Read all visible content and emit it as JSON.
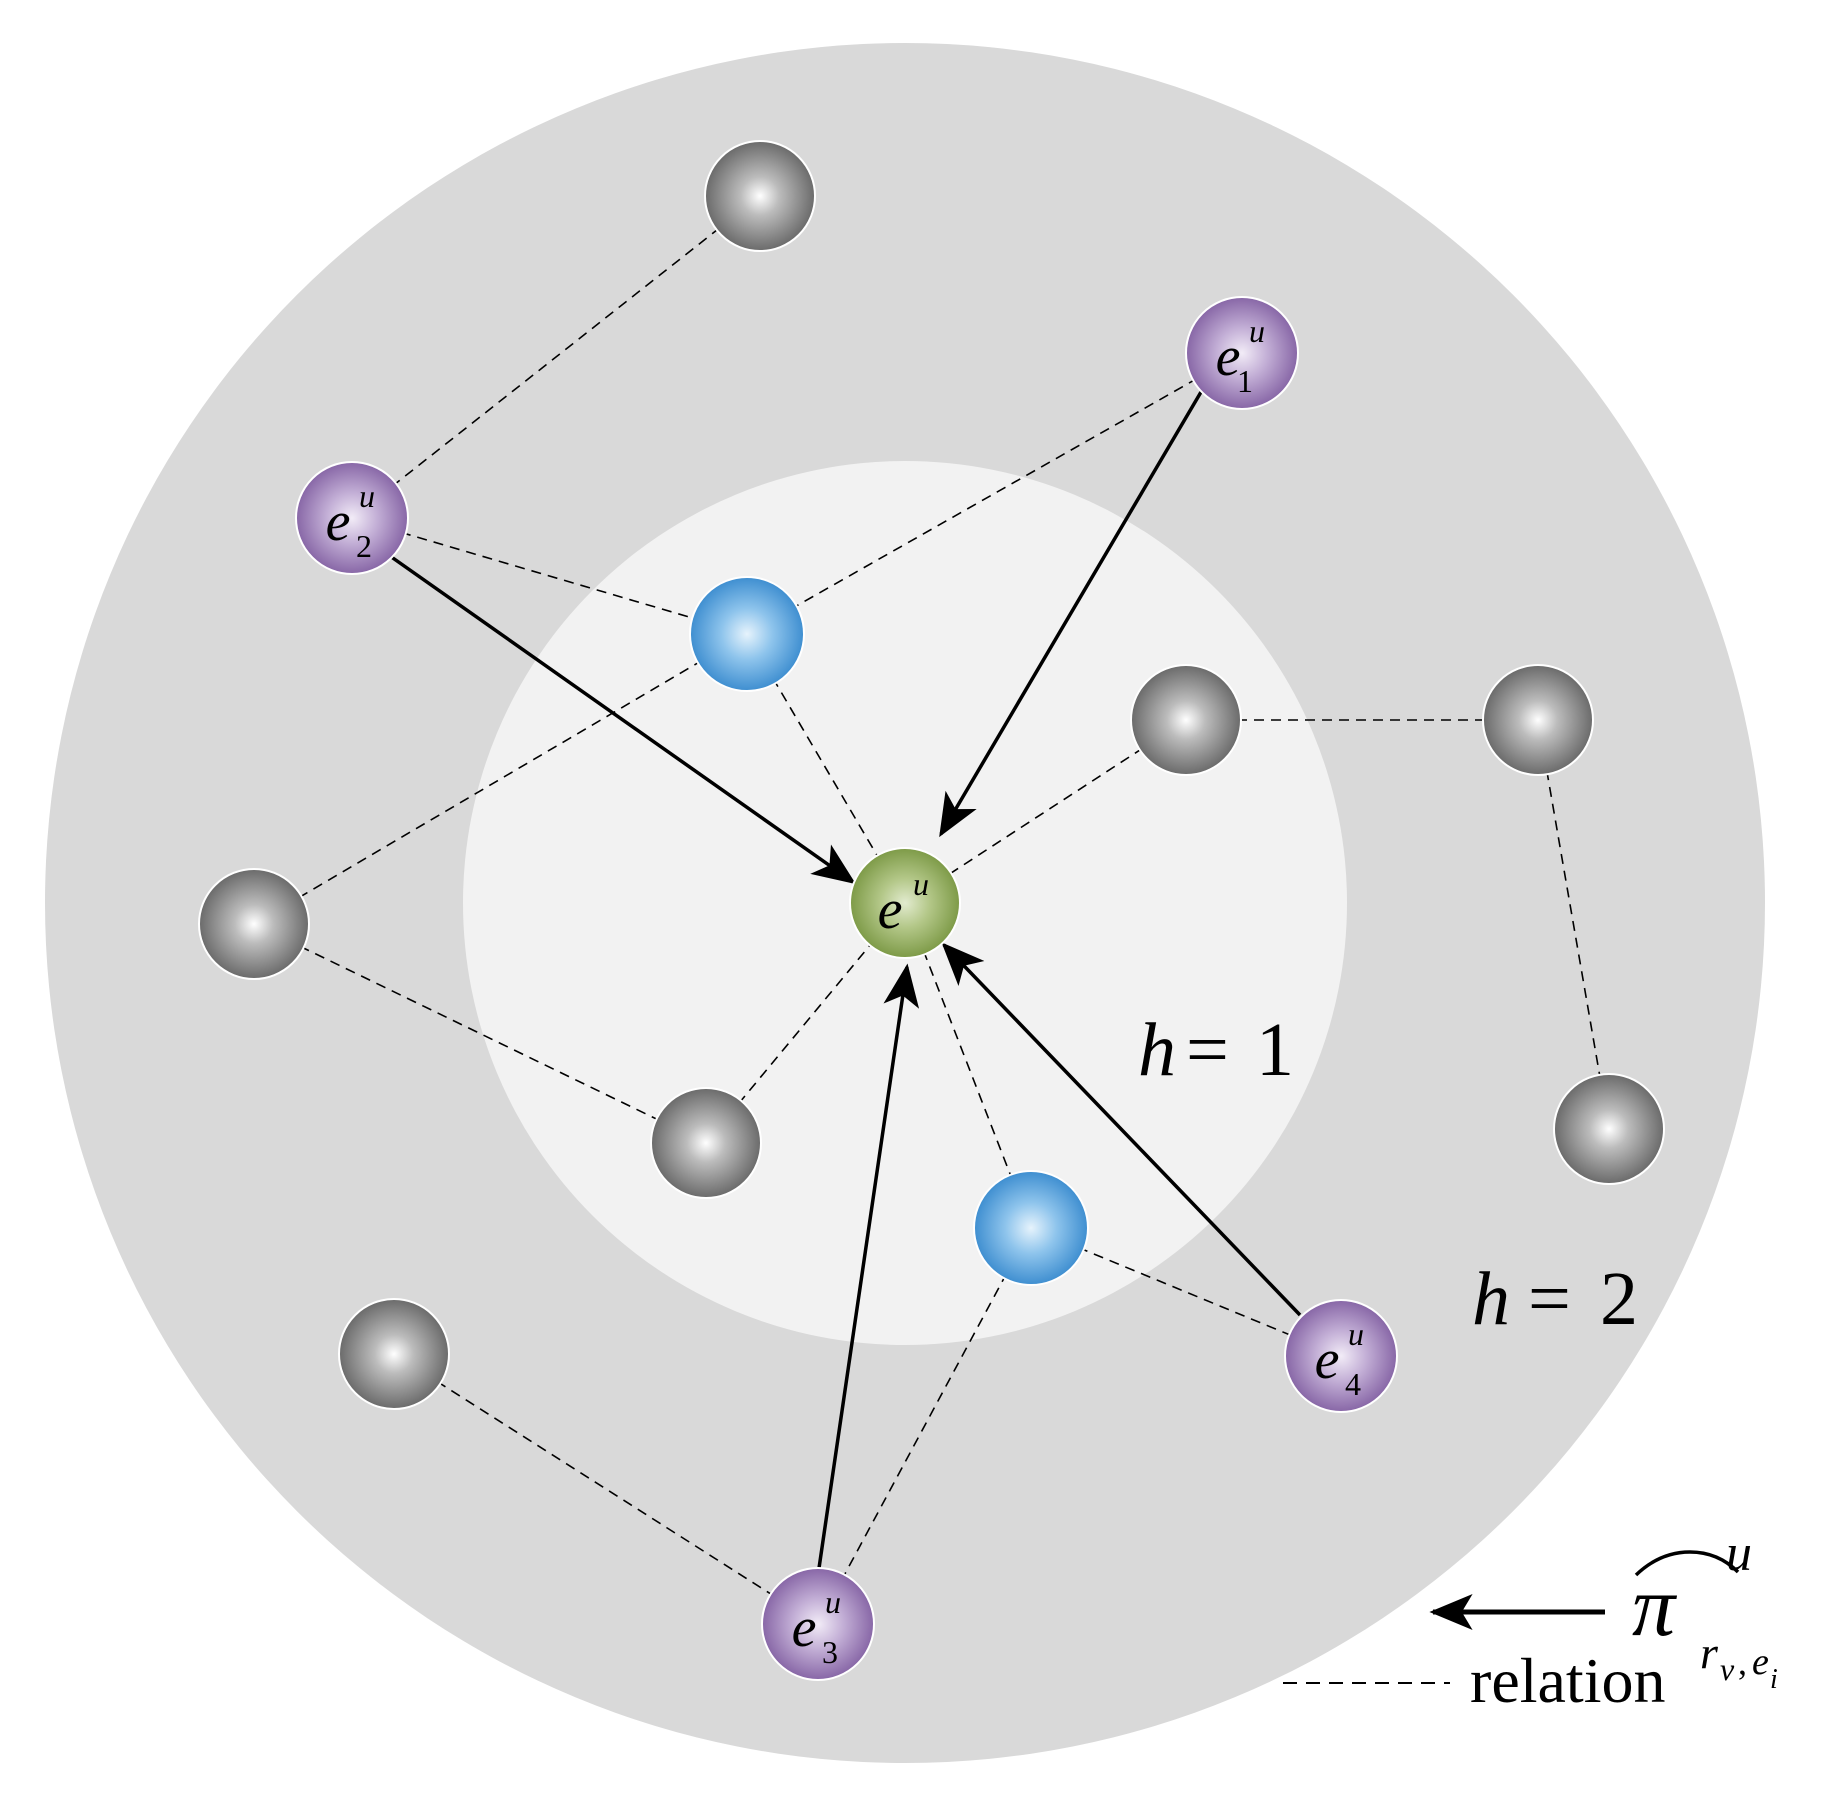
{
  "nodes": {
    "center": {
      "base": "e",
      "sup": "u",
      "sub": ""
    },
    "e1": {
      "base": "e",
      "sup": "u",
      "sub": "1"
    },
    "e2": {
      "base": "e",
      "sup": "u",
      "sub": "2"
    },
    "e3": {
      "base": "e",
      "sup": "u",
      "sub": "3"
    },
    "e4": {
      "base": "e",
      "sup": "u",
      "sub": "4"
    }
  },
  "hop_labels": {
    "h1": {
      "var": "h",
      "eq": "=",
      "val": "1"
    },
    "h2": {
      "var": "h",
      "eq": "=",
      "val": "2"
    }
  },
  "legend": {
    "arrow_symbol": "π",
    "arrow_sup": "u",
    "arrow_sub_r": "r",
    "arrow_sub_r_sub": "v",
    "arrow_sub_sep": ",",
    "arrow_sub_e": "e",
    "arrow_sub_e_sub": "i",
    "dashed_label": "relation"
  },
  "colors": {
    "outer_ring": "#d9d9d9",
    "inner_ring": "#f2f2f2",
    "green_node": "#8ea85a",
    "purple_node": "#9b7fb6",
    "blue_node": "#5aa0d8",
    "gray_node": "#7a7a7a"
  }
}
